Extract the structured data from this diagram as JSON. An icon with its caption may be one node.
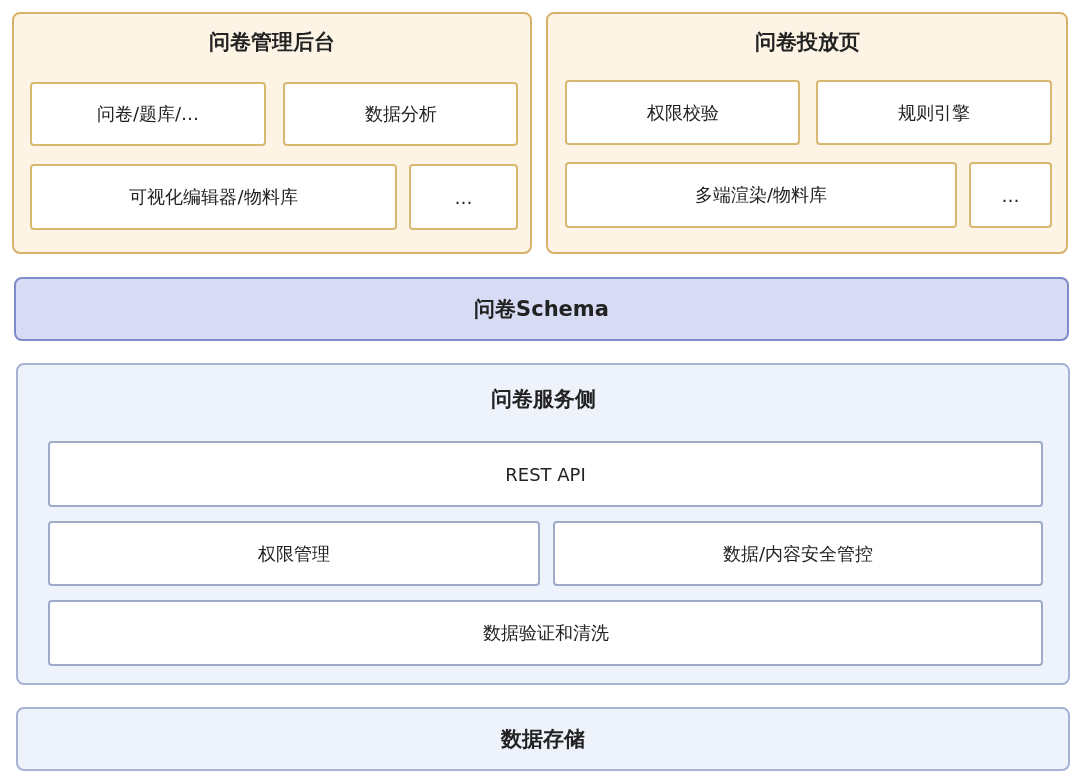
{
  "diagram": {
    "nodes": [
      {
        "text": [
          "问卷管理后台"
        ]
      },
      {
        "text": [
          "问卷/题库/…"
        ],
        "in": 0
      },
      {
        "text": [
          "数据分析"
        ],
        "in": 0
      },
      {
        "text": [
          "可视化编辑器/物料库"
        ],
        "in": 0
      },
      {
        "text": [
          "…"
        ],
        "in": 0
      },
      {
        "text": [
          "问卷投放页"
        ]
      },
      {
        "text": [
          "权限校验"
        ],
        "in": 5
      },
      {
        "text": [
          "规则引擎"
        ],
        "in": 5
      },
      {
        "text": [
          "多端渲染/物料库"
        ],
        "in": 5
      },
      {
        "text": [
          "…"
        ],
        "in": 5
      },
      {
        "text": [
          "问卷Schema"
        ]
      },
      {
        "text": [
          "问卷服务侧"
        ]
      },
      {
        "text": [
          "REST API"
        ],
        "in": 11
      },
      {
        "text": [
          "权限管理"
        ],
        "in": 11
      },
      {
        "text": [
          "数据/内容安全管控"
        ],
        "in": 11
      },
      {
        "text": [
          "数据验证和清洗"
        ],
        "in": 11
      },
      {
        "text": [
          "数据存储"
        ]
      }
    ]
  }
}
